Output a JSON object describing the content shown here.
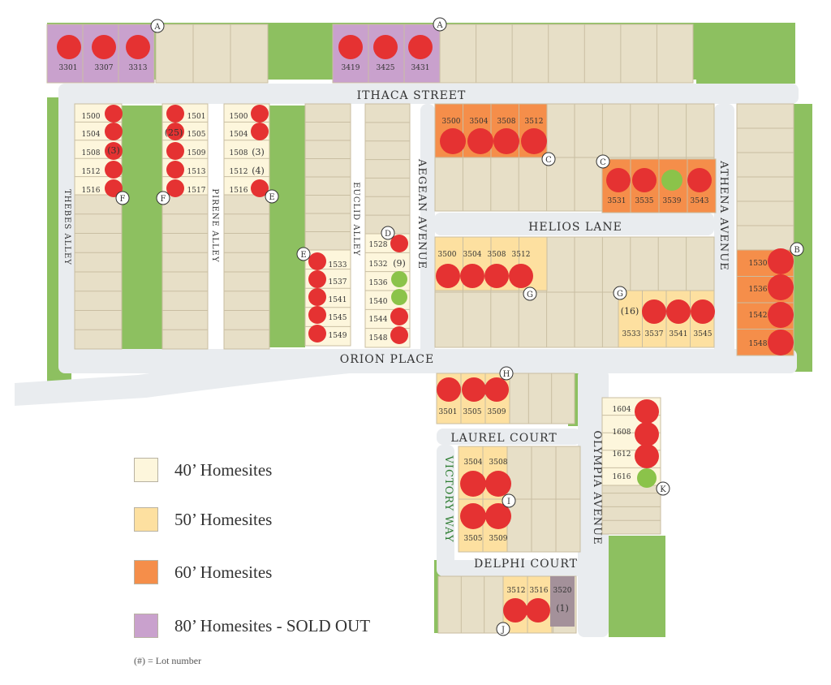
{
  "colors": {
    "h40": "#fdf6dc",
    "h50": "#fde0a0",
    "h60": "#f58e4a",
    "h80": "#c9a1cd",
    "unavailable": "#a4919a",
    "green": "#8dc060",
    "road": "#e9ecef",
    "lot": "#e7dfc7",
    "sold": "#e53232",
    "available": "#8bc34a"
  },
  "streets": {
    "ithaca": "ITHACA STREET",
    "helios": "HELIOS LANE",
    "orion": "ORION PLACE",
    "laurel": "LAUREL COURT",
    "delphi": "DELPHI COURT",
    "aegean": "AEGEAN AVENUE",
    "athena": "ATHENA AVENUE",
    "olympia": "OLYMPIA AVENUE",
    "euclid": "EUCLID ALLEY",
    "pirene": "PIRENE ALLEY",
    "thebes": "THEBES ALLEY",
    "victory": "VICTORY WAY"
  },
  "lots": {
    "l3301": "3301",
    "l3307": "3307",
    "l3313": "3313",
    "l3419": "3419",
    "l3425": "3425",
    "l3431": "3431",
    "t1500": "1500",
    "t1504": "1504",
    "t1508": "1508",
    "t1512": "1512",
    "t1516": "1516",
    "p1501": "1501",
    "p1505": "1505",
    "p1509": "1509",
    "p1513": "1513",
    "p1517": "1517",
    "e1500": "1500",
    "e1504": "1504",
    "e1508": "1508",
    "e1512": "1512",
    "e1516": "1516",
    "u1533": "1533",
    "u1537": "1537",
    "u1541": "1541",
    "u1545": "1545",
    "u1549": "1549",
    "a1528": "1528",
    "a1532": "1532",
    "a1536": "1536",
    "a1540": "1540",
    "a1544": "1544",
    "a1548": "1548",
    "h3500": "3500",
    "h3504": "3504",
    "h3508": "3508",
    "h3512": "3512",
    "h3531": "3531",
    "h3535": "3535",
    "h3539": "3539",
    "h3543": "3543",
    "o3500": "3500",
    "o3504": "3504",
    "o3508": "3508",
    "o3512": "3512",
    "o3533": "3533",
    "o3537": "3537",
    "o3541": "3541",
    "o3545": "3545",
    "b1530": "1530",
    "b1536": "1536",
    "b1542": "1542",
    "b1548": "1548",
    "c3501": "3501",
    "c3505": "3505",
    "c3509": "3509",
    "k1604": "1604",
    "k1608": "1608",
    "k1612": "1612",
    "k1616": "1616",
    "i3504": "3504",
    "i3508": "3508",
    "i3505": "3505",
    "i3509": "3509",
    "j3512": "3512",
    "j3516": "3516",
    "j3520": "3520"
  },
  "lot_numbers": {
    "n25": "(25)",
    "n3a": "(3)",
    "n3b": "(3)",
    "n4": "(4)",
    "n9": "(9)",
    "n16": "(16)",
    "n1": "(1)"
  },
  "markers": {
    "a": "A",
    "b": "B",
    "c": "C",
    "d": "D",
    "e": "E",
    "f": "F",
    "g": "G",
    "h": "H",
    "i": "I",
    "j": "J",
    "k": "K"
  },
  "legend": {
    "h40": "40’ Homesites",
    "h50": "50’ Homesites",
    "h60": "60’ Homesites",
    "h80": "80’ Homesites - SOLD OUT"
  },
  "footnote": "(#) = Lot number"
}
